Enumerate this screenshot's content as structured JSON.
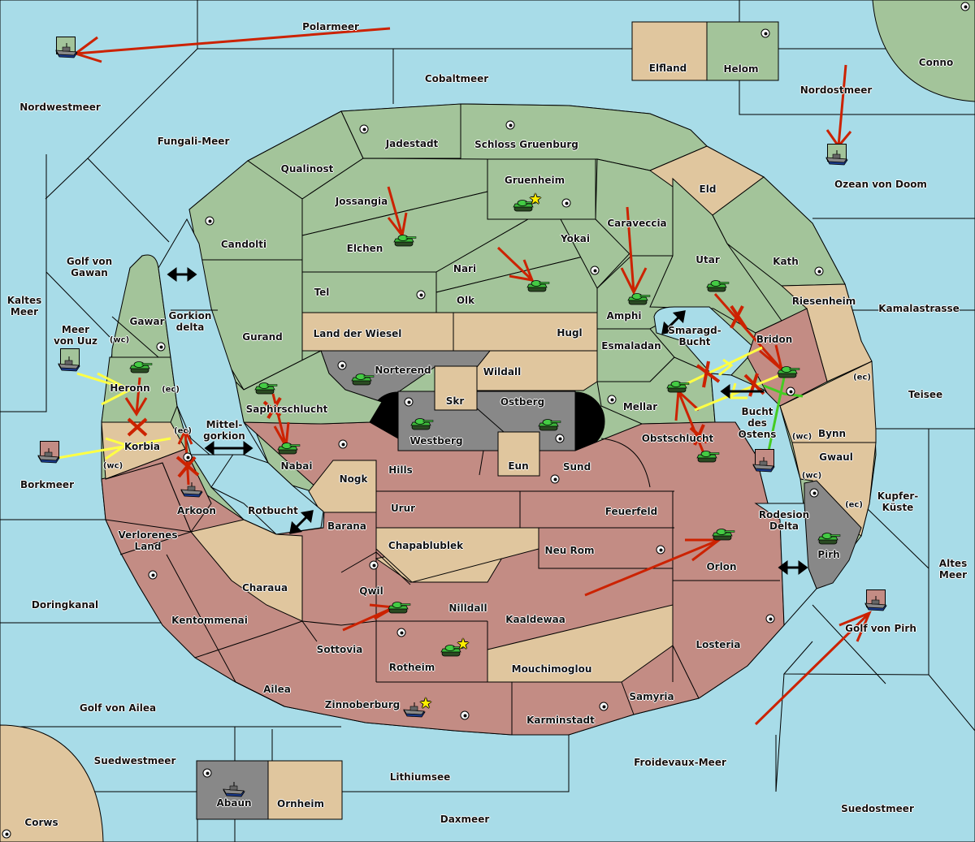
{
  "map_title": "Diplomacy-style game map",
  "colors": {
    "sea": "#a8dce8",
    "green_power": "#a3c49a",
    "neutral": "#e0c69e",
    "red_power": "#c38c84",
    "gray_power": "#888888",
    "move_order": "#cc2200",
    "support_order": "#ffff44",
    "convoy_order": "#44cc22",
    "dislodged_star": "#ffee00"
  },
  "regions": {
    "polarmeer": "Polarmeer",
    "nordwestmeer": "Nordwestmeer",
    "cobaltmeer": "Cobaltmeer",
    "elfland": "Elfland",
    "helom": "Helom",
    "conno": "Conno",
    "nordostmeer": "Nordostmeer",
    "fungali_meer": "Fungali-Meer",
    "jadestadt": "Jadestadt",
    "schloss_gruenburg": "Schloss Gruenburg",
    "qualinost": "Qualinost",
    "gruenheim": "Gruenheim",
    "eld": "Eld",
    "ozean_von_doom": "Ozean von Doom",
    "jossangia": "Jossangia",
    "caraveccia": "Caraveccia",
    "candolti": "Candolti",
    "elchen": "Elchen",
    "yokai": "Yokai",
    "golf_von_gawan": "Golf von\nGawan",
    "nari": "Nari",
    "utar": "Utar",
    "kath": "Kath",
    "tel": "Tel",
    "olk": "Olk",
    "kaltes_meer": "Kaltes\nMeer",
    "riesenheim": "Riesenheim",
    "kamalastrasse": "Kamalastrasse",
    "amphi": "Amphi",
    "gawar": "Gawar",
    "gorkion_delta": "Gorkion\ndelta",
    "smaragd_bucht": "Smaragd-\nBucht",
    "meer_von_uuz": "Meer\nvon Uuz",
    "land_der_wiesel": "Land der Wiesel",
    "hugl": "Hugl",
    "gurand": "Gurand",
    "bridon": "Bridon",
    "esmaladan": "Esmaladan",
    "norterend": "Norterend",
    "wildall": "Wildall",
    "heronn": "Heronn",
    "teisee": "Teisee",
    "skr": "Skr",
    "ostberg": "Ostberg",
    "mellar": "Mellar",
    "saphirschlucht": "Saphirschlucht",
    "bucht_des_ostens": "Bucht\ndes\nOstens",
    "mittelgorkion": "Mittel-\ngorkion",
    "westberg": "Westberg",
    "obstschlucht": "Obstschlucht",
    "bynn": "Bynn",
    "korbia": "Korbia",
    "nabai": "Nabai",
    "eun": "Eun",
    "sund": "Sund",
    "gwaul": "Gwaul",
    "hills": "Hills",
    "borkmeer": "Borkmeer",
    "nogk": "Nogk",
    "kupfer_kueste": "Kupfer-\nKüste",
    "urur": "Urur",
    "feuerfeld": "Feuerfeld",
    "arkoon": "Arkoon",
    "rotbucht": "Rotbucht",
    "rodesion_delta": "Rodesion\nDelta",
    "barana": "Barana",
    "verlorenes_land": "Verlorenes\nLand",
    "chapablublek": "Chapablublek",
    "neu_rom": "Neu Rom",
    "pirh": "Pirh",
    "orlon": "Orlon",
    "altes_meer": "Altes\nMeer",
    "charaua": "Charaua",
    "qwil": "Qwil",
    "nilldall": "Nilldall",
    "doringkanal": "Doringkanal",
    "kaaldewaa": "Kaaldewaa",
    "kentommenai": "Kentommenai",
    "golf_von_pirh": "Golf von Pirh",
    "losteria": "Losteria",
    "sottovia": "Sottovia",
    "rotheim": "Rotheim",
    "mouchimoglou": "Mouchimoglou",
    "ailea": "Ailea",
    "samyria": "Samyria",
    "golf_von_ailea": "Golf von Ailea",
    "zinnoberburg": "Zinnoberburg",
    "karminstadt": "Karminstadt",
    "suedwestmeer": "Suedwestmeer",
    "froidevaux_meer": "Froidevaux-Meer",
    "lithiumsee": "Lithiumsee",
    "abaun": "Abaun",
    "ornheim": "Ornheim",
    "daxmeer": "Daxmeer",
    "suedostmeer": "Suedostmeer",
    "corws": "Corws"
  },
  "coasts": {
    "wc": "(wc)",
    "ec": "(ec)"
  },
  "units": [
    {
      "type": "fleet",
      "owner": "green",
      "location": "Nordwestmeer",
      "order": "move"
    },
    {
      "type": "fleet",
      "owner": "green",
      "location": "Ozean von Doom",
      "order": "move"
    },
    {
      "type": "army",
      "owner": "green",
      "location": "Gruenheim",
      "dislodged": true
    },
    {
      "type": "army",
      "owner": "green",
      "location": "Elchen"
    },
    {
      "type": "army",
      "owner": "green",
      "location": "Olk"
    },
    {
      "type": "army",
      "owner": "green",
      "location": "Amphi"
    },
    {
      "type": "army",
      "owner": "green",
      "location": "Utar"
    },
    {
      "type": "army",
      "owner": "green",
      "location": "Heronn"
    },
    {
      "type": "fleet",
      "owner": "green",
      "location": "Meer von Uuz"
    },
    {
      "type": "army",
      "owner": "green",
      "location": "Norterend"
    },
    {
      "type": "army",
      "owner": "green",
      "location": "Saphirschlucht"
    },
    {
      "type": "army",
      "owner": "green",
      "location": "Nabai"
    },
    {
      "type": "army",
      "owner": "green",
      "location": "Westberg"
    },
    {
      "type": "army",
      "owner": "green",
      "location": "Ostberg"
    },
    {
      "type": "army",
      "owner": "green",
      "location": "Mellar"
    },
    {
      "type": "army",
      "owner": "green",
      "location": "Bridon"
    },
    {
      "type": "army",
      "owner": "green",
      "location": "Obstschlucht"
    },
    {
      "type": "fleet",
      "owner": "red",
      "location": "Bucht des Ostens"
    },
    {
      "type": "fleet",
      "owner": "red",
      "location": "Borkmeer"
    },
    {
      "type": "fleet",
      "owner": "red",
      "location": "Arkoon"
    },
    {
      "type": "army",
      "owner": "green",
      "location": "Orlon"
    },
    {
      "type": "army",
      "owner": "green",
      "location": "Pirh"
    },
    {
      "type": "fleet",
      "owner": "red",
      "location": "Golf von Pirh"
    },
    {
      "type": "army",
      "owner": "green",
      "location": "Qwil"
    },
    {
      "type": "army",
      "owner": "green",
      "location": "Rotheim",
      "dislodged": true
    },
    {
      "type": "fleet",
      "owner": "red",
      "location": "Zinnoberburg",
      "dislodged": true
    },
    {
      "type": "fleet",
      "owner": "gray",
      "location": "Abaun"
    }
  ]
}
